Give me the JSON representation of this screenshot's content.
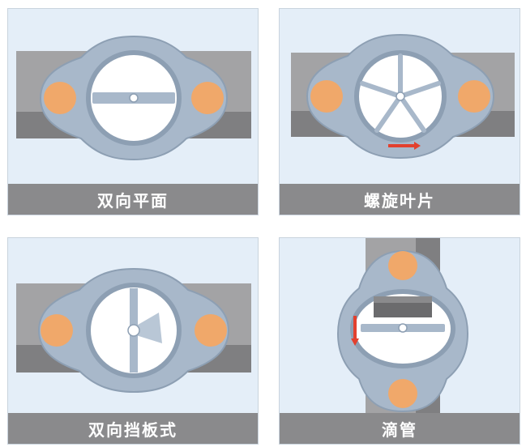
{
  "panels": [
    {
      "id": "double-flat",
      "caption": "双向平面",
      "blade_type": "flat-vane"
    },
    {
      "id": "spiral-blade",
      "caption": "螺旋叶片",
      "blade_type": "spiral-vanes",
      "flow_arrow": "right"
    },
    {
      "id": "double-baffle",
      "caption": "双向挡板式",
      "blade_type": "baffle"
    },
    {
      "id": "drip-tube",
      "caption": "滴管",
      "blade_type": "flat-vane-vertical",
      "flow_arrow": "down"
    }
  ],
  "colors": {
    "panel_bg": "#e4eef8",
    "caption_bg": "#8a8a8c",
    "pipe": "#9a9a9c",
    "flange": "#a8b8ca",
    "bolt": "#f0a86a",
    "arrow": "#e2402e"
  }
}
